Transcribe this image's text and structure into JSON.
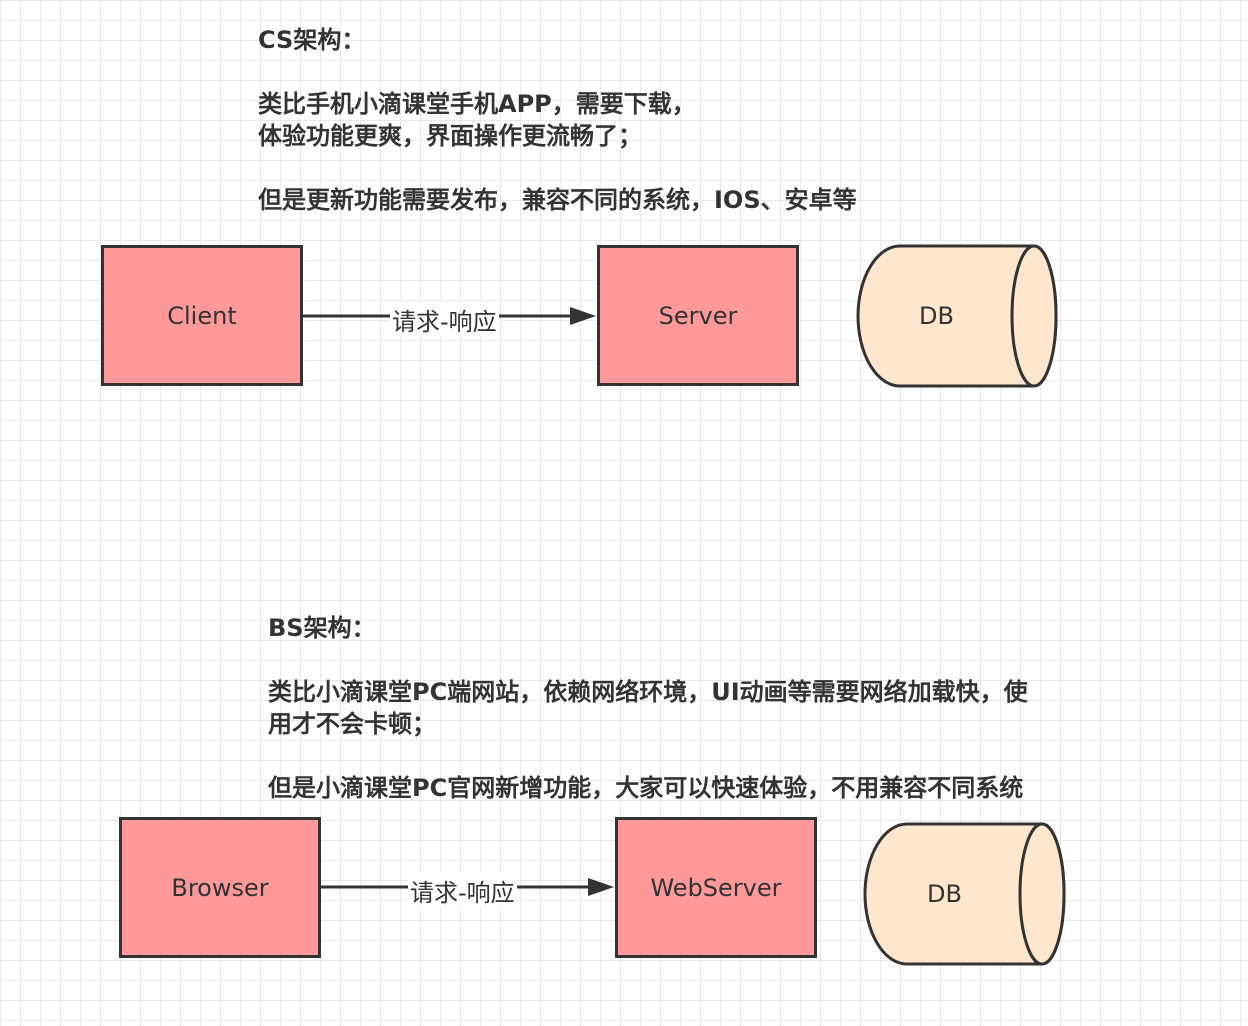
{
  "cs": {
    "title": "CS架构：",
    "desc_line1": "类比手机小滴课堂手机APP，需要下载，",
    "desc_line2": "体验功能更爽，界面操作更流畅了；",
    "desc_line3": "但是更新功能需要发布，兼容不同的系统，IOS、安卓等",
    "client_label": "Client",
    "server_label": "Server",
    "db_label": "DB",
    "edge_label": "请求-响应"
  },
  "bs": {
    "title": "BS架构：",
    "desc_line1": "类比小滴课堂PC端网站，依赖网络环境，UI动画等需要网络加载快，使",
    "desc_line2": "用才不会卡顿；",
    "desc_line3": "但是小滴课堂PC官网新增功能，大家可以快速体验，不用兼容不同系统",
    "browser_label": "Browser",
    "webserver_label": "WebServer",
    "db_label": "DB",
    "edge_label": "请求-响应"
  },
  "colors": {
    "box_fill": "#ff9999",
    "db_fill": "#ffe6cc",
    "stroke": "#333333",
    "grid": "#e8e8e8"
  }
}
